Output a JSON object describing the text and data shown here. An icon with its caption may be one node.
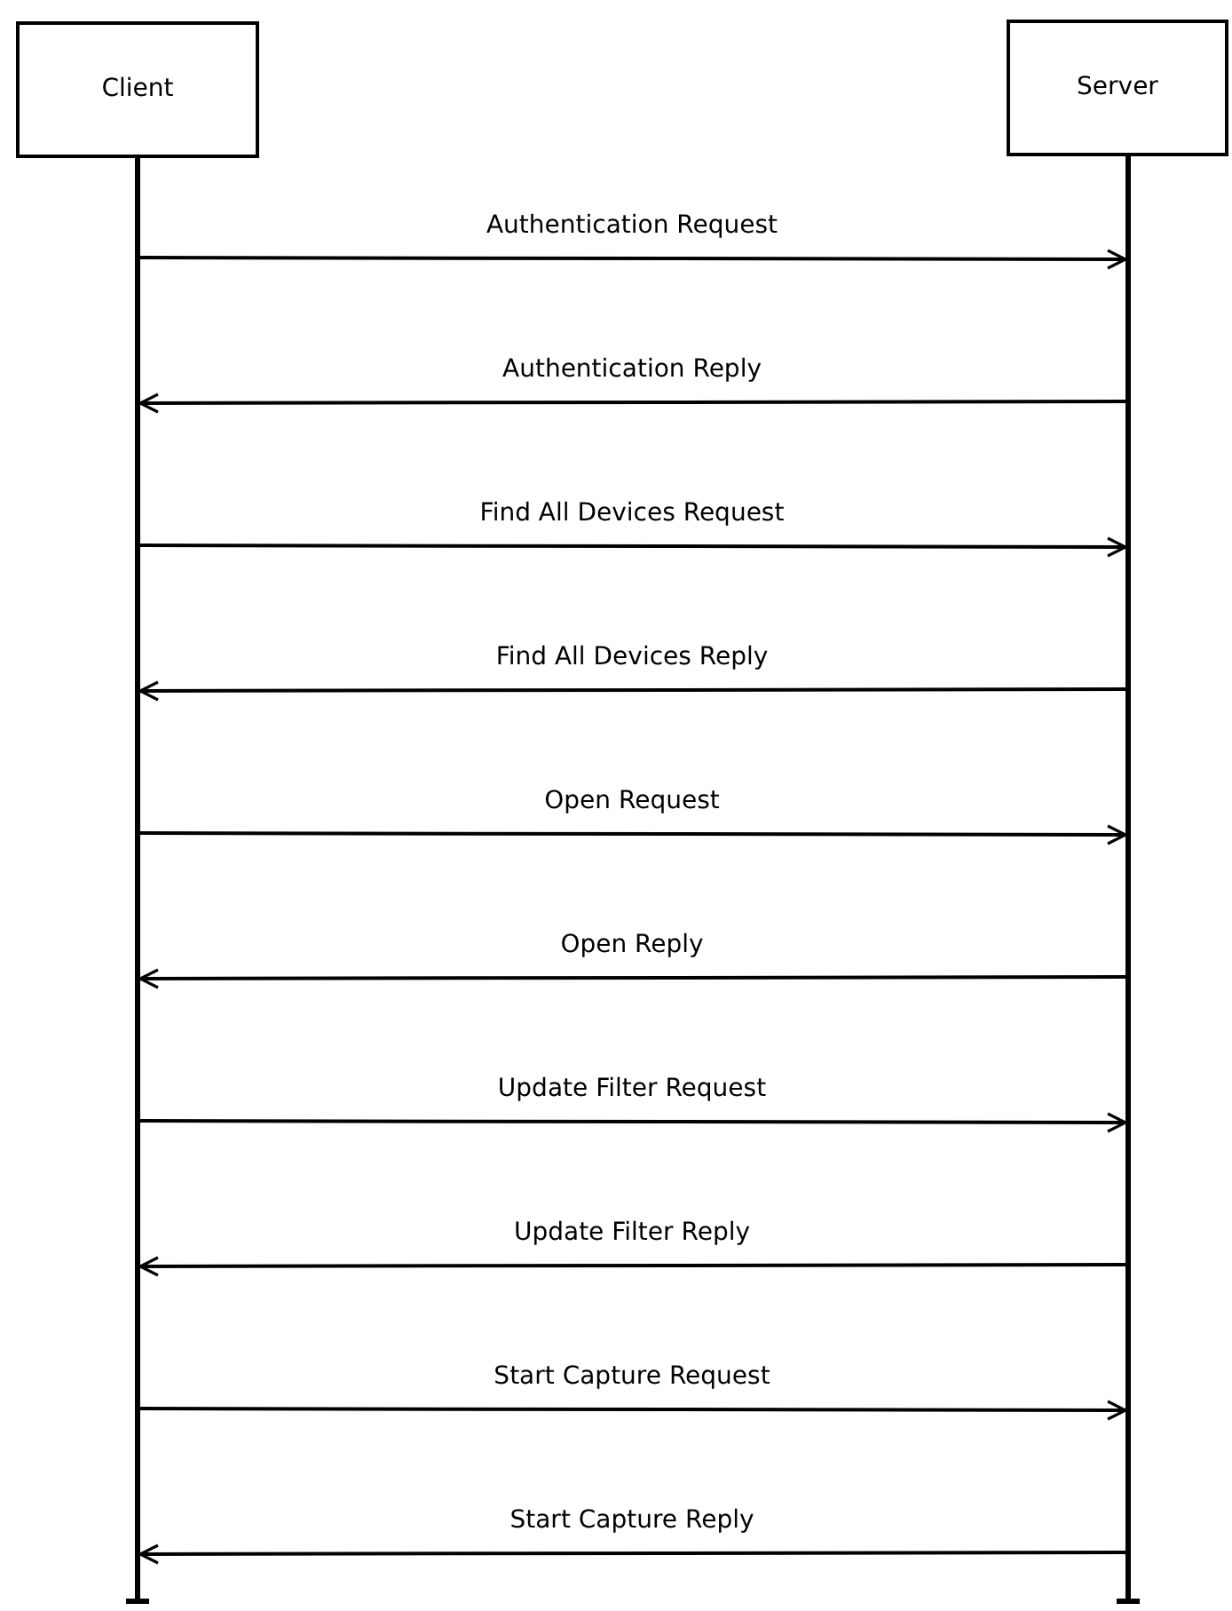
{
  "diagram": {
    "nodes": [
      {
        "text": [
          "Client"
        ]
      },
      {
        "text": [
          "Server"
        ]
      },
      {
        "text": [],
        "shape": "bar"
      },
      {
        "text": [],
        "shape": "bar"
      }
    ],
    "edges": [
      {
        "from": 2,
        "to": 3,
        "arrow": "to",
        "label": "Authentication Request"
      },
      {
        "from": 3,
        "to": 2,
        "arrow": "to",
        "label": "Authentication Reply"
      },
      {
        "from": 2,
        "to": 3,
        "arrow": "to",
        "label": "Find All Devices Request"
      },
      {
        "from": 3,
        "to": 2,
        "arrow": "to",
        "label": "Find All Devices Reply"
      },
      {
        "from": 2,
        "to": 3,
        "arrow": "to",
        "label": "Open Request"
      },
      {
        "from": 3,
        "to": 2,
        "arrow": "to",
        "label": "Open Reply"
      },
      {
        "from": 2,
        "to": 3,
        "arrow": "to",
        "label": "Update Filter Request"
      },
      {
        "from": 3,
        "to": 2,
        "arrow": "to",
        "label": "Update Filter Reply"
      },
      {
        "from": 2,
        "to": 3,
        "arrow": "to",
        "label": "Start Capture Request"
      },
      {
        "from": 3,
        "to": 2,
        "arrow": "to",
        "label": "Start Capture Reply"
      }
    ]
  }
}
